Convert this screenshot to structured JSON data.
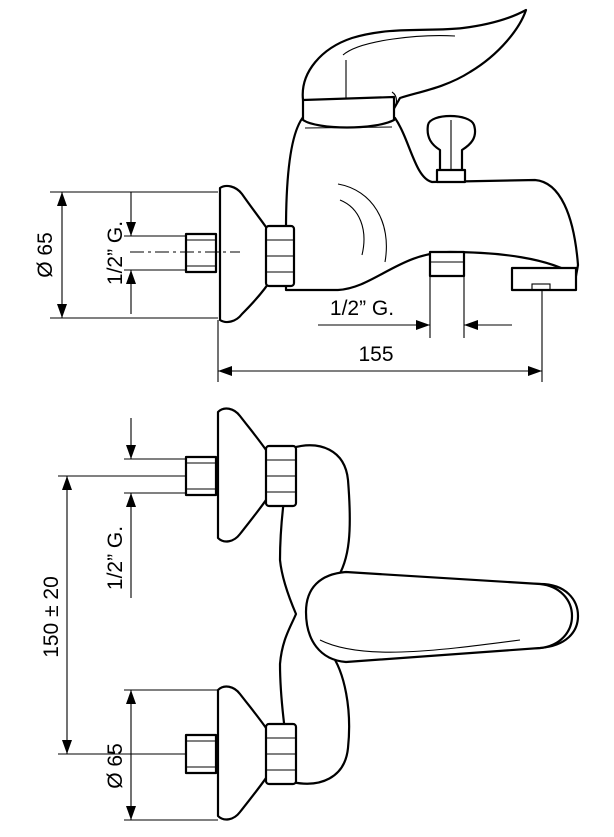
{
  "dimensions": {
    "side_diameter": "Ø 65",
    "side_inlet_thread": "1/2” G.",
    "side_outlet_thread": "1/2” G.",
    "side_length": "155",
    "top_center_distance": "150 ± 20",
    "top_inlet_thread": "1/2” G.",
    "top_diameter": "Ø 65"
  }
}
